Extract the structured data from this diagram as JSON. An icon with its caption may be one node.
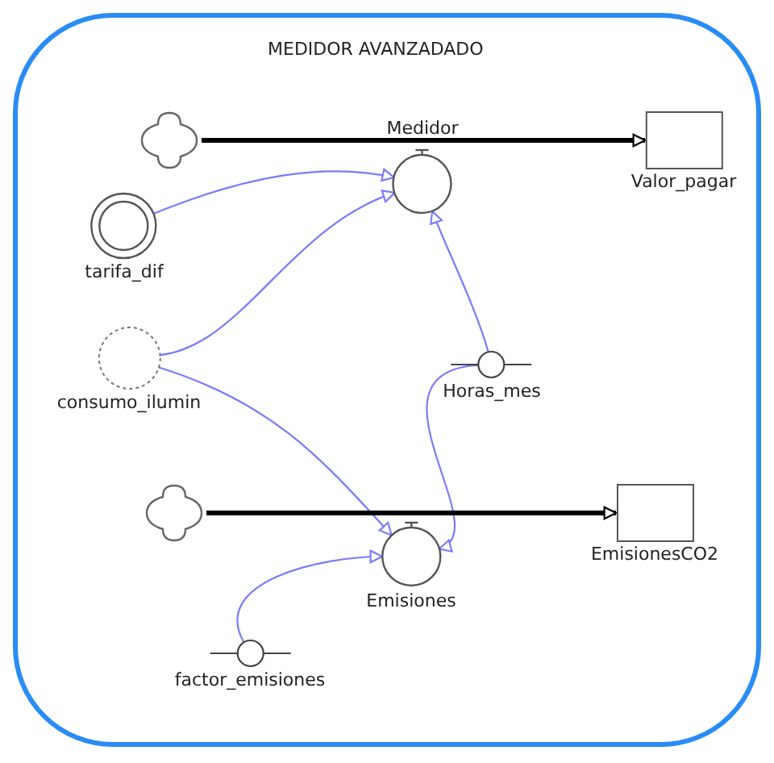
{
  "diagram": {
    "nodes": [
      {
        "text": [
          "MEDIDOR AVANZADADO"
        ]
      },
      {
        "text": [],
        "shape": "cloud",
        "in": 0
      },
      {
        "text": [
          "Medidor"
        ],
        "in": 0
      },
      {
        "text": [
          "Valor_pagar"
        ],
        "in": 0
      },
      {
        "text": [
          "tarifa_dif"
        ],
        "in": 0
      },
      {
        "text": [
          "consumo_ilumin"
        ],
        "in": 0
      },
      {
        "text": [
          "Horas_mes"
        ],
        "in": 0
      },
      {
        "text": [],
        "shape": "cloud",
        "in": 0
      },
      {
        "text": [
          "Emisiones"
        ],
        "in": 0
      },
      {
        "text": [
          "EmisionesCO2"
        ],
        "in": 0
      },
      {
        "text": [
          "factor_emisiones"
        ],
        "in": 0
      }
    ],
    "edges": [
      {
        "from": 1,
        "to": 3,
        "arrow": "to",
        "style": "thick",
        "color": "#000000"
      },
      {
        "from": 4,
        "to": 2,
        "arrow": "to"
      },
      {
        "from": 5,
        "to": 2,
        "arrow": "to"
      },
      {
        "from": 6,
        "to": 2,
        "arrow": "to"
      },
      {
        "from": 5,
        "to": 8,
        "arrow": "to"
      },
      {
        "from": 6,
        "to": 8,
        "arrow": "to"
      },
      {
        "from": 10,
        "to": 8,
        "arrow": "to"
      },
      {
        "from": 7,
        "to": 9,
        "arrow": "to",
        "style": "thick",
        "color": "#000000"
      }
    ]
  }
}
